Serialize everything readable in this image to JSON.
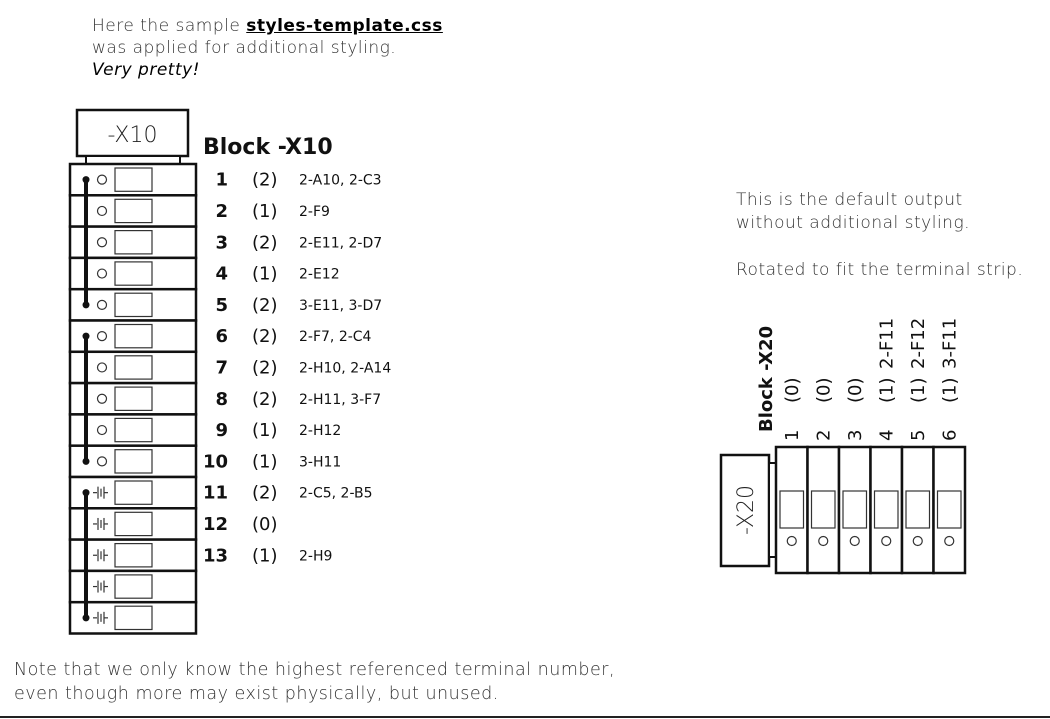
{
  "intro": {
    "line1_prefix": "Here the sample ",
    "line1_file": "styles-template.css",
    "line2": "was applied for additional styling.",
    "line3": "Very pretty!"
  },
  "block_x10": {
    "label": "-X10",
    "title": "Block -X10",
    "terminals": [
      {
        "num": "1",
        "count": "(2)",
        "refs": "2-A10, 2-C3",
        "symbol": "circle"
      },
      {
        "num": "2",
        "count": "(1)",
        "refs": "2-F9",
        "symbol": "circle"
      },
      {
        "num": "3",
        "count": "(2)",
        "refs": "2-E11, 2-D7",
        "symbol": "circle"
      },
      {
        "num": "4",
        "count": "(1)",
        "refs": "2-E12",
        "symbol": "circle"
      },
      {
        "num": "5",
        "count": "(2)",
        "refs": "3-E11, 3-D7",
        "symbol": "circle"
      },
      {
        "num": "6",
        "count": "(2)",
        "refs": "2-F7, 2-C4",
        "symbol": "circle"
      },
      {
        "num": "7",
        "count": "(2)",
        "refs": "2-H10, 2-A14",
        "symbol": "circle"
      },
      {
        "num": "8",
        "count": "(2)",
        "refs": "2-H11, 3-F7",
        "symbol": "circle"
      },
      {
        "num": "9",
        "count": "(1)",
        "refs": "2-H12",
        "symbol": "circle"
      },
      {
        "num": "10",
        "count": "(1)",
        "refs": "3-H11",
        "symbol": "circle"
      },
      {
        "num": "11",
        "count": "(2)",
        "refs": "2-C5, 2-B5",
        "symbol": "ground"
      },
      {
        "num": "12",
        "count": "(0)",
        "refs": "",
        "symbol": "ground"
      },
      {
        "num": "13",
        "count": "(1)",
        "refs": "2-H9",
        "symbol": "ground"
      },
      {
        "num": "",
        "count": "",
        "refs": "",
        "symbol": "ground"
      },
      {
        "num": "",
        "count": "",
        "refs": "",
        "symbol": "ground"
      }
    ],
    "bridges": [
      [
        0,
        4
      ],
      [
        5,
        9
      ],
      [
        10,
        14
      ]
    ]
  },
  "right_note": {
    "line1": "This is the default output",
    "line2": "without additional styling.",
    "line3": "Rotated to fit the terminal strip."
  },
  "block_x20": {
    "label": "-X20",
    "title": "Block -X20",
    "terminals": [
      {
        "num": "1",
        "count": "(0)",
        "refs": ""
      },
      {
        "num": "2",
        "count": "(0)",
        "refs": ""
      },
      {
        "num": "3",
        "count": "(0)",
        "refs": ""
      },
      {
        "num": "4",
        "count": "(1)",
        "refs": "2-F11"
      },
      {
        "num": "5",
        "count": "(1)",
        "refs": "2-F12"
      },
      {
        "num": "6",
        "count": "(1)",
        "refs": "3-F11"
      }
    ]
  },
  "bottom_note": {
    "line1": "Note that we only know the highest referenced terminal number,",
    "line2": "even though more may exist physically, but unused."
  }
}
